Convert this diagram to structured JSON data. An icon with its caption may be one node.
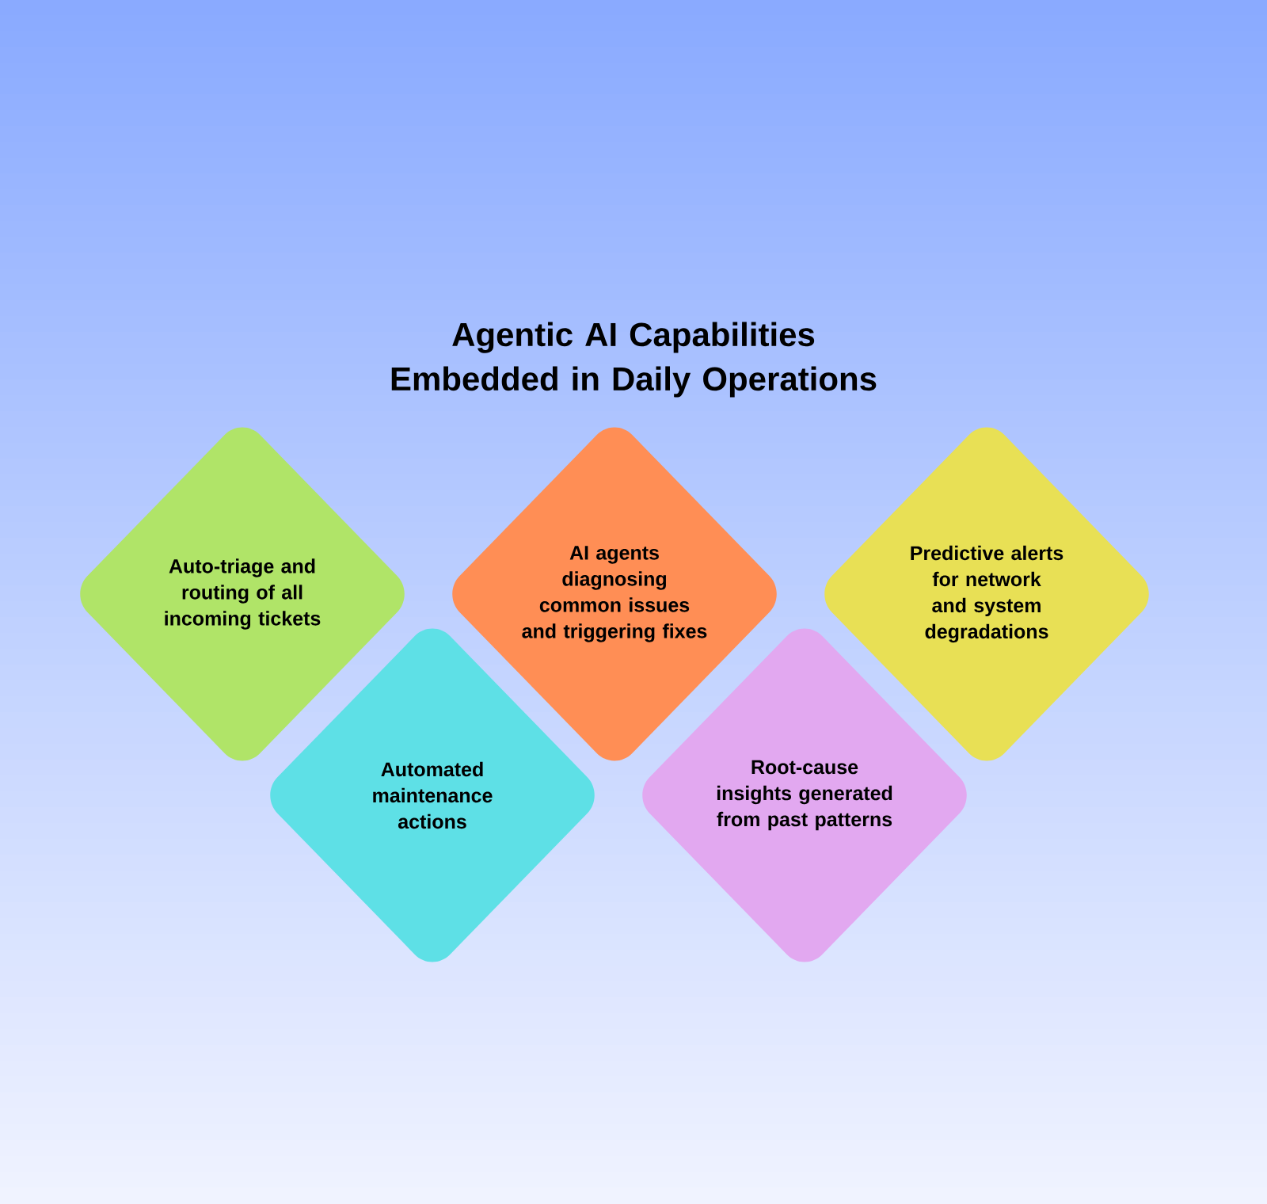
{
  "diagram": {
    "title": "Agentic AI Capabilities Embedded in Daily Operations",
    "nodes": [
      {
        "text": [
          "Auto-triage and routing of all incoming tickets"
        ]
      },
      {
        "text": [
          "AI agents diagnosing common issues and triggering fixes"
        ]
      },
      {
        "text": [
          "Predictive alerts for network and system degradations"
        ]
      },
      {
        "text": [
          "Automated maintenance actions"
        ]
      },
      {
        "text": [
          "Root-cause insights generated from past patterns"
        ]
      }
    ]
  }
}
